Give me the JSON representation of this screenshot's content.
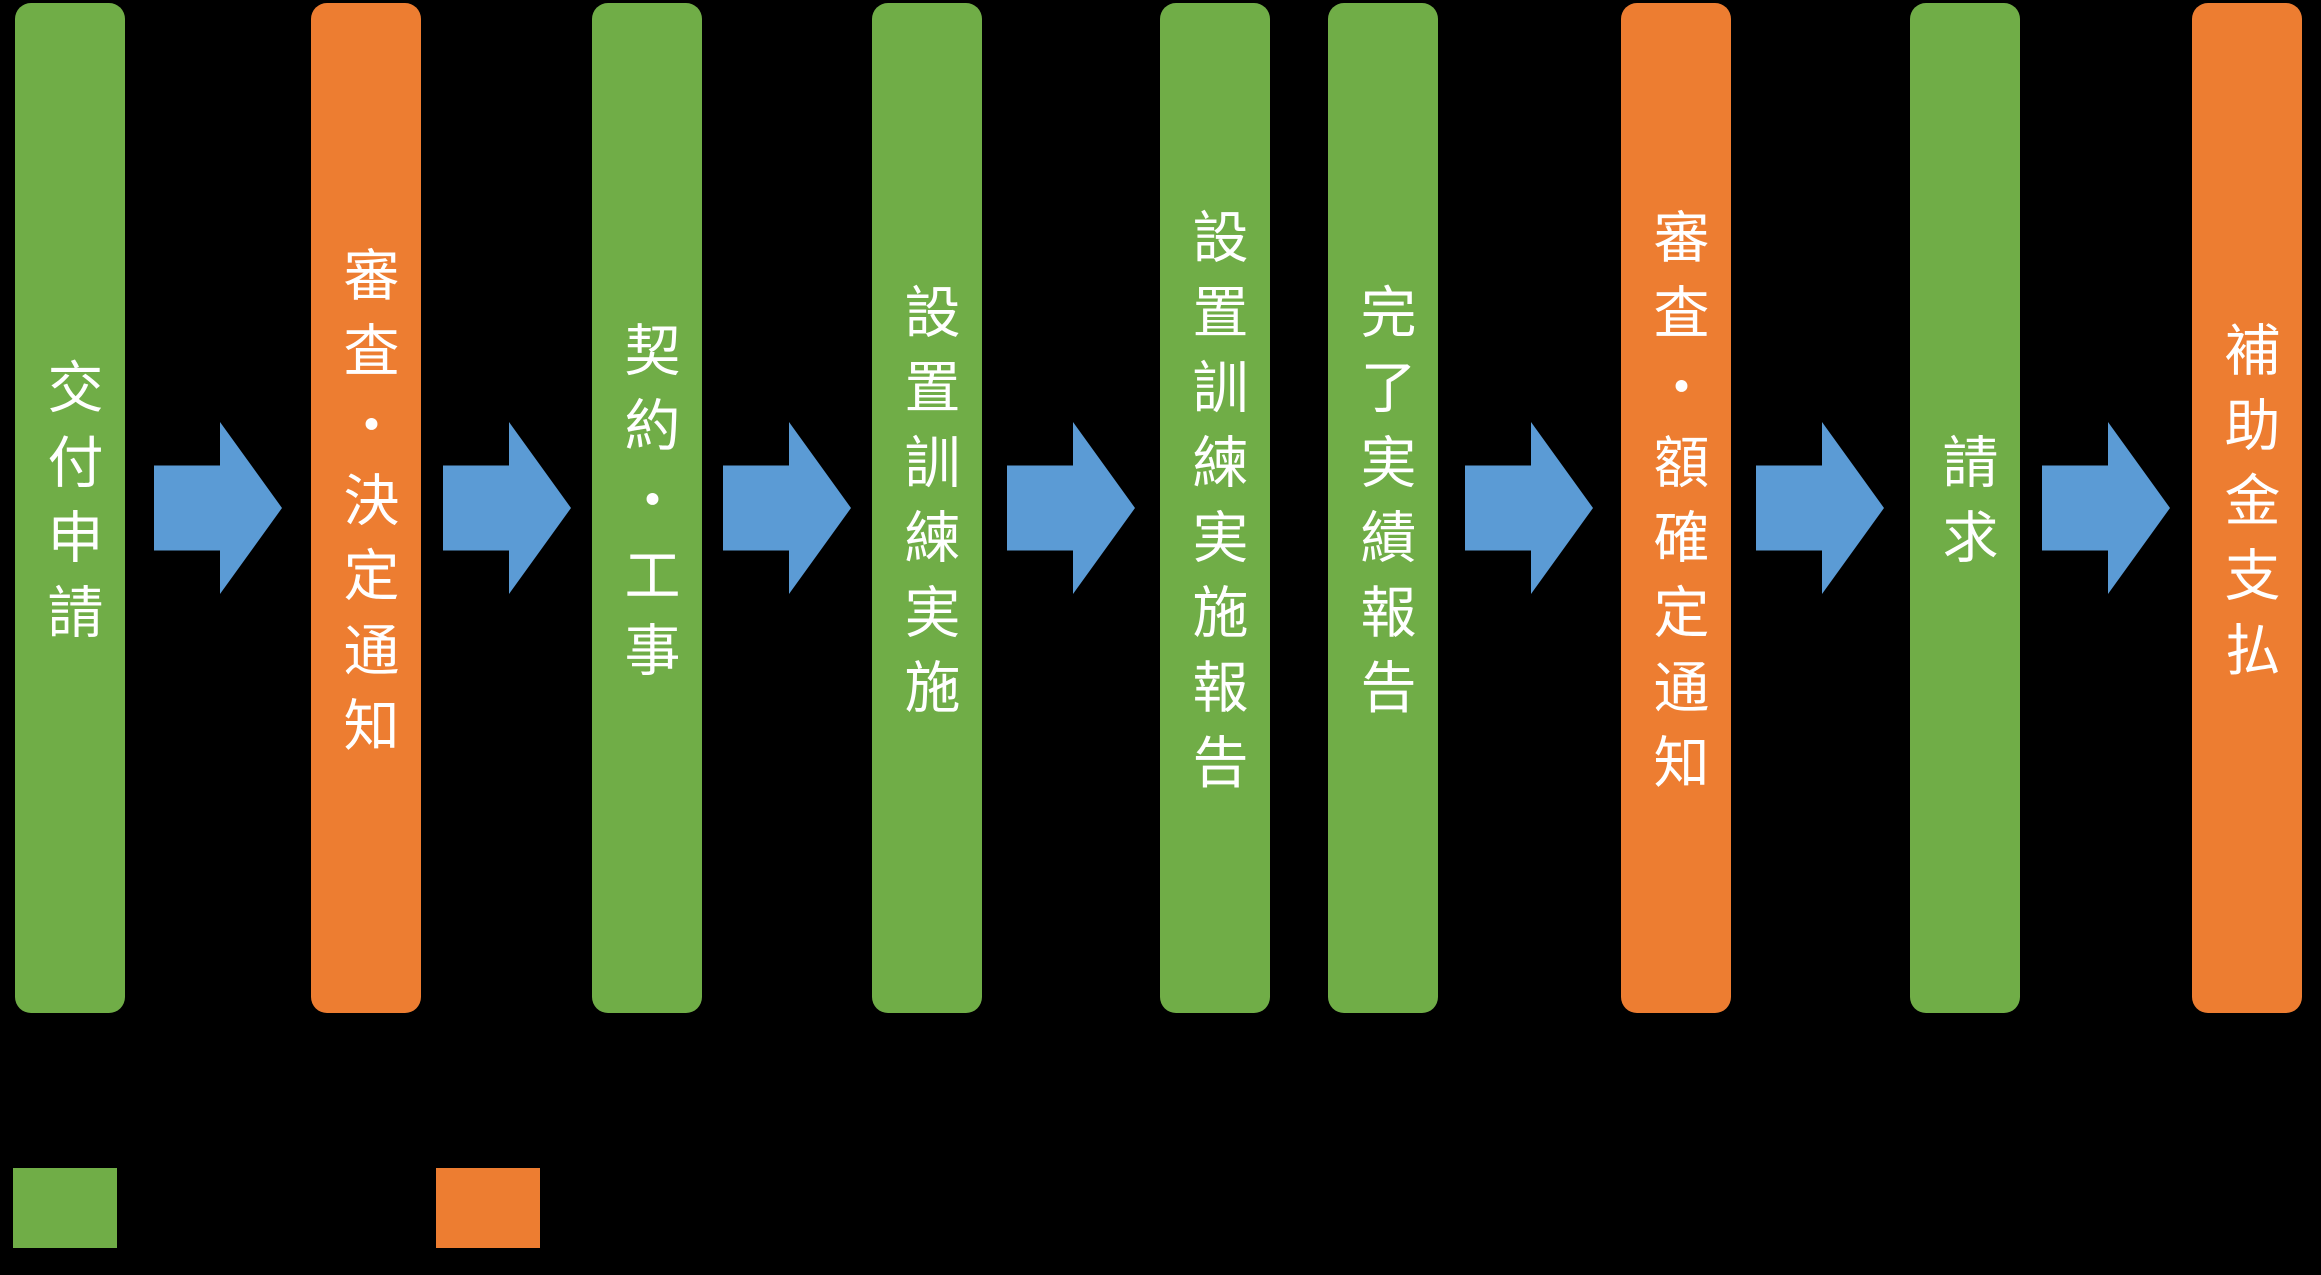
{
  "diagram": {
    "type": "horizontal-process-flow",
    "background_color": "#000000",
    "colors": {
      "green": "#70AD47",
      "orange": "#ED7D31",
      "arrow_blue": "#5B9BD5",
      "label_text": "#FFFFFF"
    },
    "steps": [
      {
        "label": "交付申請",
        "color_key": "green"
      },
      {
        "label": "審査・決定通知",
        "color_key": "orange"
      },
      {
        "label": "契約・工事",
        "color_key": "green"
      },
      {
        "label": "設置訓練実施",
        "color_key": "green"
      },
      {
        "label": "設置訓練実施報告",
        "color_key": "green"
      },
      {
        "label": "完了実績報告",
        "color_key": "green"
      },
      {
        "label": "審査・額確定通知",
        "color_key": "orange"
      },
      {
        "label": "請求",
        "color_key": "green"
      },
      {
        "label": "補助金支払",
        "color_key": "orange"
      }
    ],
    "arrows": [
      {
        "from_step": 1,
        "to_step": 2
      },
      {
        "from_step": 2,
        "to_step": 3
      },
      {
        "from_step": 3,
        "to_step": 4
      },
      {
        "from_step": 4,
        "to_step": 5
      },
      {
        "from_step": 6,
        "to_step": 7
      },
      {
        "from_step": 7,
        "to_step": 8
      },
      {
        "from_step": 8,
        "to_step": 9
      }
    ],
    "legend": {
      "swatches": [
        {
          "color_key": "green",
          "label": ""
        },
        {
          "color_key": "orange",
          "label": ""
        }
      ]
    }
  }
}
